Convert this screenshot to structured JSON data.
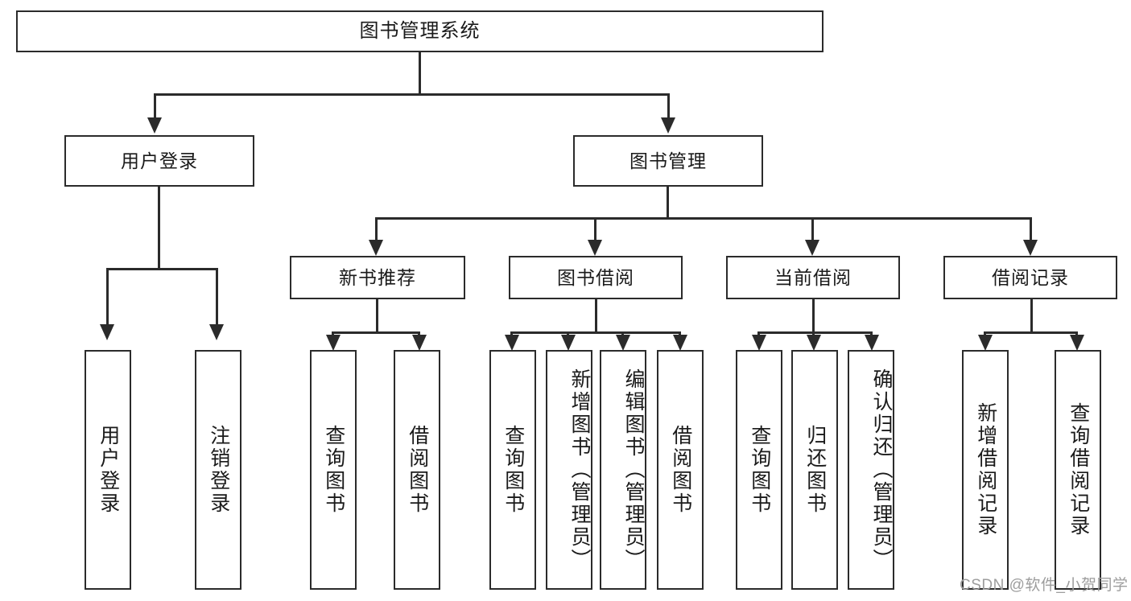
{
  "diagram": {
    "title": "图书管理系统",
    "type": "tree-hierarchy-diagram",
    "root": {
      "label": "图书管理系统"
    },
    "level2": [
      {
        "label": "用户登录"
      },
      {
        "label": "图书管理"
      }
    ],
    "level3": [
      {
        "label": "新书推荐"
      },
      {
        "label": "图书借阅"
      },
      {
        "label": "当前借阅"
      },
      {
        "label": "借阅记录"
      }
    ],
    "leaves": {
      "user_login": [
        {
          "label": "用户登录"
        },
        {
          "label": "注销登录"
        }
      ],
      "new_book_recommend": [
        {
          "label": "查询图书"
        },
        {
          "label": "借阅图书"
        }
      ],
      "book_borrow": [
        {
          "label": "查询图书"
        },
        {
          "label": "新增图书（管理员）"
        },
        {
          "label": "编辑图书（管理员）"
        },
        {
          "label": "借阅图书"
        }
      ],
      "current_borrow": [
        {
          "label": "查询图书"
        },
        {
          "label": "归还图书"
        },
        {
          "label": "确认归还（管理员）"
        }
      ],
      "borrow_records": [
        {
          "label": "新增借阅记录"
        },
        {
          "label": "查询借阅记录"
        }
      ]
    }
  },
  "watermark": {
    "text": "CSDN @软件_小贺同学"
  },
  "colors": {
    "stroke": "#2b2b2b",
    "background": "#ffffff",
    "text": "#1a1a1a",
    "watermark": "#9d9d9d"
  }
}
